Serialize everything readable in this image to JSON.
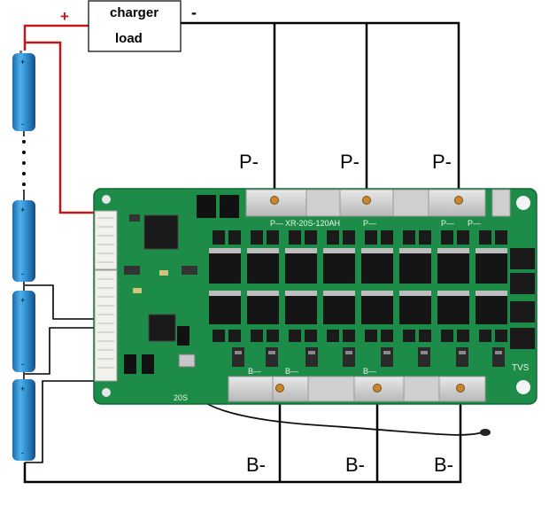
{
  "charger_box": {
    "line1": "charger",
    "line2": "load"
  },
  "polarity": {
    "plus": "+",
    "minus": "-"
  },
  "p_labels": [
    "P-",
    "P-",
    "P-"
  ],
  "b_labels": [
    "B-",
    "B-",
    "B-"
  ],
  "board_print": {
    "model": "XR-20S-120AH",
    "p_marks": [
      "P—",
      "P—",
      "P—",
      "P—"
    ],
    "b_marks": [
      "B—",
      "B—",
      "B—"
    ],
    "tvs": "TVS",
    "series": "20S"
  },
  "battery": {
    "plus": "+",
    "minus": "-"
  },
  "colors": {
    "positive_wire": "#c01818",
    "wire": "#000000",
    "pcb": "#1c8c48",
    "pcb_dark": "#0f6a34",
    "cell": "#2f8fd2",
    "mosfet": "#1a1a1a"
  }
}
